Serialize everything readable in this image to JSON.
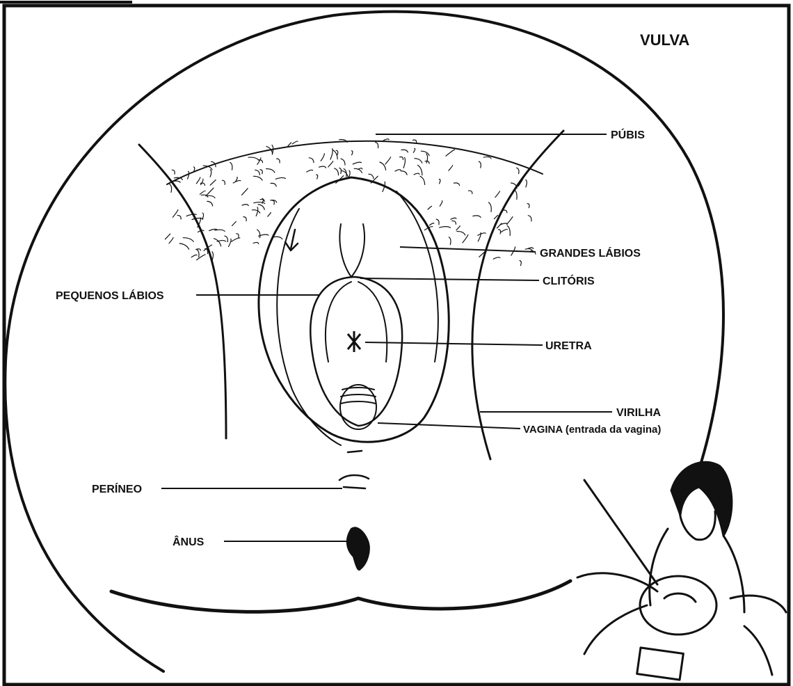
{
  "title": "VULVA",
  "labels": {
    "pubis": "PÚBIS",
    "grandes_labios": "GRANDES LÁBIOS",
    "clitoris": "CLITÓRIS",
    "pequenos_labios": "PEQUENOS LÁBIOS",
    "uretra": "URETRA",
    "virilha": "VIRILHA",
    "vagina": "VAGINA (entrada da vagina)",
    "perineo": "PERÍNEO",
    "anus": "ÂNUS"
  }
}
